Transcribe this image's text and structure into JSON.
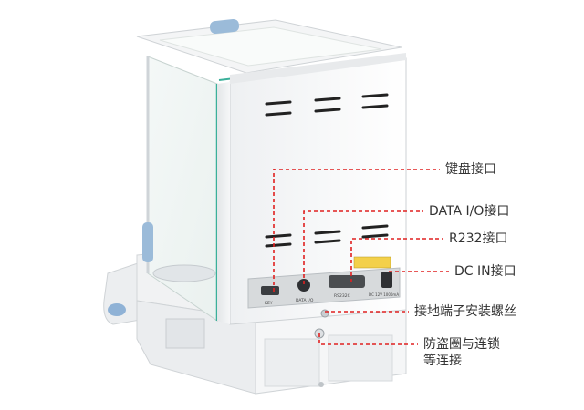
{
  "device_panel": {
    "port_labels": {
      "key": "KEY",
      "data_io": "DATA I/O",
      "rs232c": "RS232C",
      "dc_in": "DC 12V 1000mA"
    }
  },
  "callouts": [
    {
      "id": "keyboard",
      "lines": [
        "键盘接口"
      ]
    },
    {
      "id": "data-io",
      "lines": [
        "DATA I/O接口"
      ]
    },
    {
      "id": "r232",
      "lines": [
        "R232接口"
      ]
    },
    {
      "id": "dc-in",
      "lines": [
        "DC IN接口"
      ]
    },
    {
      "id": "ground",
      "lines": [
        "接地端子安装螺丝"
      ]
    },
    {
      "id": "security",
      "lines": [
        "防盗圈与连锁",
        "等连接"
      ]
    }
  ],
  "colors": {
    "leader": "#e02020",
    "glass_edge": "#3ab09a",
    "accent_blue": "#8fb2d6",
    "body": "#f2f3f4",
    "panel": "#d7dadc"
  }
}
